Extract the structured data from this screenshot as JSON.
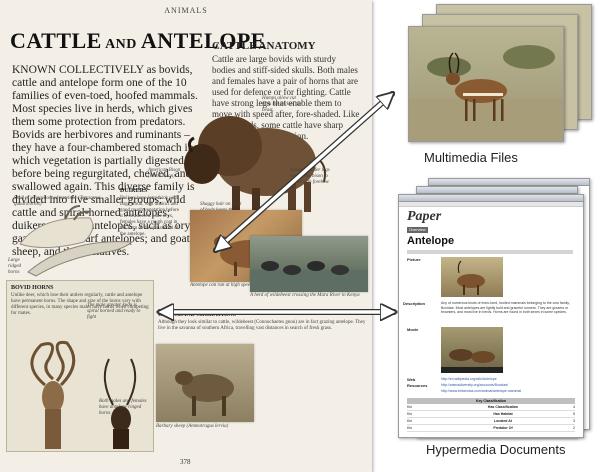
{
  "book": {
    "header": "ANIMALS",
    "title_main": "CATTLE",
    "title_and": " AND ",
    "title_end": "ANTELOPE",
    "intro": "KNOWN COLLECTIVELY as bovids, cattle and antelope form one of the 10 families of even-toed, hoofed mammals. Most species live in herds, which gives them some protection from predators. Bovids are herbivores and ruminants – they have a four-chambered stomach in which vegetation is partially digested before being regurgitated, chewed, and swallowed again. This diverse family is divided into five smaller groups; wild cattle and spiral-horned antelopes; duikers; grazing antelopes, such as oryx; gazelles and dwarf antelopes; and goats, sheep, and their relatives.",
    "anatomy_heading": "CATTLE ANATOMY",
    "anatomy_text": "Cattle are large bovids with sturdy bodies and stiff-sided skulls. Both males and females have a pair of horns that are used for defence or for fighting. Cattle have strong legs that enable them to move with speed after, fore-shaded. Like other bovids, some cattle have sharp senses of smell and vision.",
    "captions": {
      "hump": "Humps allow cut from the neck of the beast.",
      "bison": "American Bison (Bison bison)",
      "hair": "Shaggy hair on front of body keeps the shape built bigger",
      "legs": "Strong, slender legs enable the bison to travel with forebow",
      "hoof": "Skull of a four-horned antelope (Tetracerus quadricornis)",
      "horn": "Large ridged horns",
      "kudu": "The male greater kudu is spiral horned and ready to fight",
      "gazelle": "Both males and females have antelope ringed horns"
    },
    "sections": {
      "horns_h": "BOVID HORNS",
      "horns": "Unlike deer, which lose their antlers regularly, cattle and antelope have permanent horns. The shape and size of the horns vary with different species, in many species males have horns when competing for mates.",
      "duikers_h": "DUIKERS",
      "duikers": "Duikers have long thick with large shrub, well distinct and good rough vegetation before it is swallowed. Like oryx, females have a rough coat in the form of the spinal cord of the antelope.",
      "grassland_h": "GRASSLAND MIGRATIONS",
      "grassland": "Although they look similar to cattle, wildebeest (Connochaetes gnou) are in fact grazing antelope. They live in the savanna of southern Africa, travelling vast distances in search of fresh grass.",
      "wildebeest": "A herd of wildebeest crossing the Mara River in Kenya",
      "barbary": "Barbary sheep (Ammotragus lervia)",
      "antelope_c": "Antelope can run at high speed"
    },
    "page_number": "378"
  },
  "multimedia": {
    "caption": "Multimedia Files"
  },
  "hypermedia": {
    "caption": "Hypermedia Documents",
    "logo": "Paper",
    "nav_label": "Overview",
    "heading": "Antelope",
    "row_labels": [
      "Picture",
      "Description",
      "Movie",
      "Web",
      "Resources"
    ],
    "description": "Any of numerous kinds of even-toed, hoofed mammals belonging to the cow family, Bovidae. Most antelopes are lightly built and graceful runners. They are grazers or browsers, and most live in herds. Horns are found in both sexes in some species.",
    "links": [
      "http://en.wikipedia.org/wiki/Antelope",
      "http://animaldiversity.org/accounts/Bovidae/",
      "http://www.britannica.com/animal/antelope-mammal"
    ],
    "table_title": "Key Classification",
    "table_rows": [
      [
        "Kin",
        "Has Classification",
        "4"
      ],
      [
        "Kin",
        "Has Habitat",
        "5"
      ],
      [
        "Kin",
        "Located At",
        "3"
      ],
      [
        "Kin",
        "Predator Of",
        "2"
      ]
    ]
  }
}
